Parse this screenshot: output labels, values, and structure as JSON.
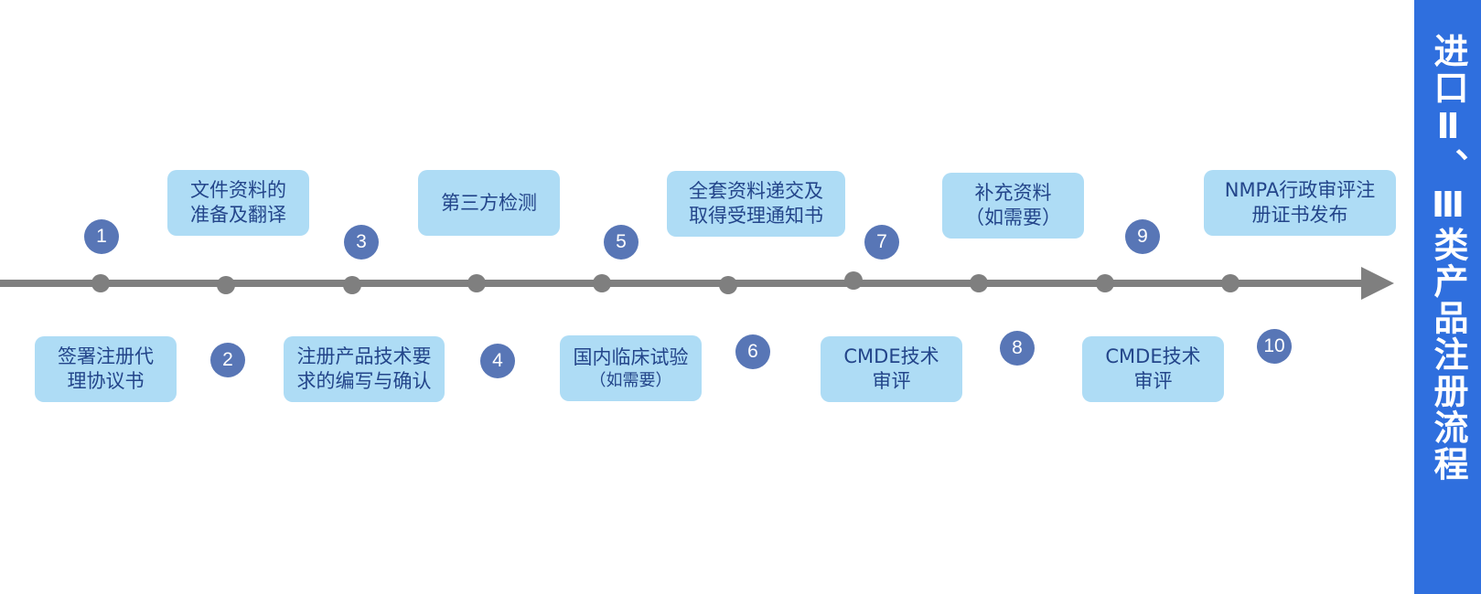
{
  "title": "进口Ⅱ、Ⅲ类产品注册流程",
  "steps": [
    {
      "num": "1",
      "lines": [
        "签署注册代",
        "理协议书"
      ]
    },
    {
      "num": "2",
      "lines": [
        "文件资料的",
        "准备及翻译"
      ]
    },
    {
      "num": "3",
      "lines": [
        "注册产品技术要",
        "求的编写与确认"
      ]
    },
    {
      "num": "4",
      "lines": [
        "第三方检测"
      ]
    },
    {
      "num": "5",
      "lines": [
        "国内临床试验",
        "（如需要）"
      ]
    },
    {
      "num": "6",
      "lines": [
        "全套资料递交及",
        "取得受理通知书"
      ]
    },
    {
      "num": "7",
      "lines": [
        "CMDE技术",
        "审评"
      ]
    },
    {
      "num": "8",
      "lines": [
        "补充资料",
        "（如需要）"
      ]
    },
    {
      "num": "9",
      "lines": [
        "CMDE技术",
        "审评"
      ]
    },
    {
      "num": "10",
      "lines": [
        "NMPA行政审评注",
        "册证书发布"
      ]
    }
  ],
  "colors": {
    "sidebar": "#2f6fde",
    "box": "#aedcf5",
    "box_text": "#23458a",
    "number_circle": "#5876b6",
    "axis": "#7f7f7f"
  }
}
